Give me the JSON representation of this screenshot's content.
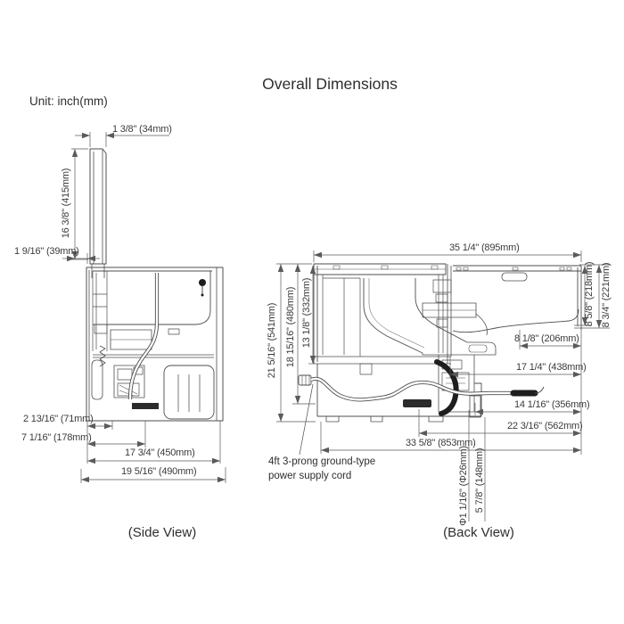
{
  "header": {
    "title": "Overall Dimensions",
    "unit_note": "Unit: inch(mm)"
  },
  "side_view": {
    "caption": "(Side View)",
    "dims": {
      "door_thickness": "1 3/8\" (34mm)",
      "door_height": "16 3/8\" (415mm)",
      "door_offset": "1 9/16\" (39mm)",
      "d71": "2 13/16\" (71mm)",
      "d178": "7 1/16\" (178mm)",
      "d450": "17 3/4\" (450mm)",
      "d490": "19 5/16\" (490mm)"
    }
  },
  "back_view": {
    "caption": "(Back View)",
    "power_cord_note_line1": "4ft 3-prong ground-type",
    "power_cord_note_line2": "power supply cord",
    "dims": {
      "width": "35 1/4\" (895mm)",
      "h541": "21 5/16\" (541mm)",
      "h480": "18 15/16\" (480mm)",
      "h332": "13 1/8\" (332mm)",
      "h218": "8 5/8\" (218mm)",
      "h221": "8 3/4\" (221mm)",
      "d206": "8 1/8\" (206mm)",
      "d438": "17 1/4\" (438mm)",
      "d356": "14 1/16\" (356mm)",
      "d562": "22 3/16\" (562mm)",
      "d853": "33 5/8\" (853mm)",
      "dia26": "Φ1 1/16\" (Φ26mm)",
      "d148": "5 7/8\" (148mm)"
    }
  },
  "colors": {
    "line": "#4d4d4d",
    "dim_line": "#5a5a5a",
    "text": "#3b3b3b",
    "background": "#ffffff"
  }
}
